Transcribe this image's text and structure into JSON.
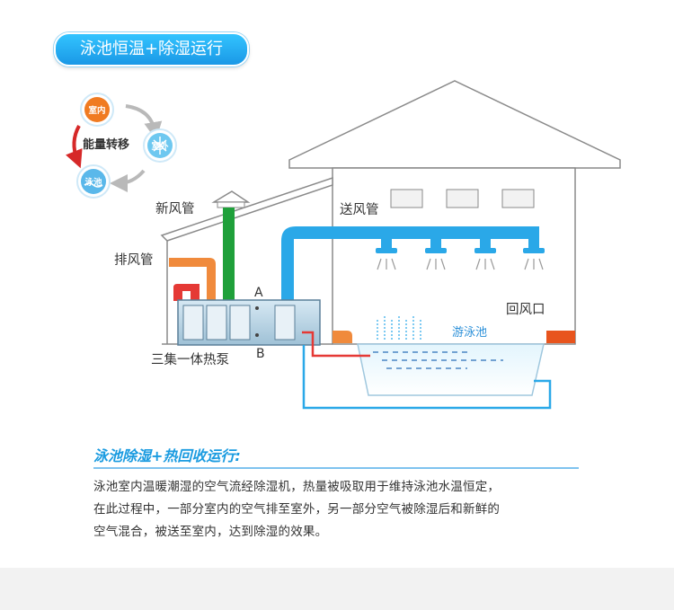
{
  "title": "泳池恒温+除湿运行",
  "cycle": {
    "label": "能量转移",
    "nodes": [
      "室内",
      "室外",
      "泳池"
    ]
  },
  "labels": {
    "fresh_air_duct": "新风管",
    "exhaust_duct": "排风管",
    "supply_duct": "送风管",
    "return_vent": "回风口",
    "pool": "游泳池",
    "heat_pump": "三集一体热泵",
    "point_a": "A",
    "point_b": "B"
  },
  "colors": {
    "duct_blue": "#2aa8e8",
    "fresh_green": "#1fa03a",
    "exhaust_orange": "#f08a3c",
    "water_red": "#e53935",
    "accent": "#1a9be0"
  },
  "description": {
    "title": "泳池除湿+热回收运行:",
    "lines": [
      "泳池室内温暖潮湿的空气流经除湿机，热量被吸取用于维持泳池水温恒定，",
      "在此过程中，一部分室内的空气排至室外，另一部分空气被除湿后和新鲜的",
      "空气混合，被送至室内，达到除湿的效果。"
    ]
  }
}
